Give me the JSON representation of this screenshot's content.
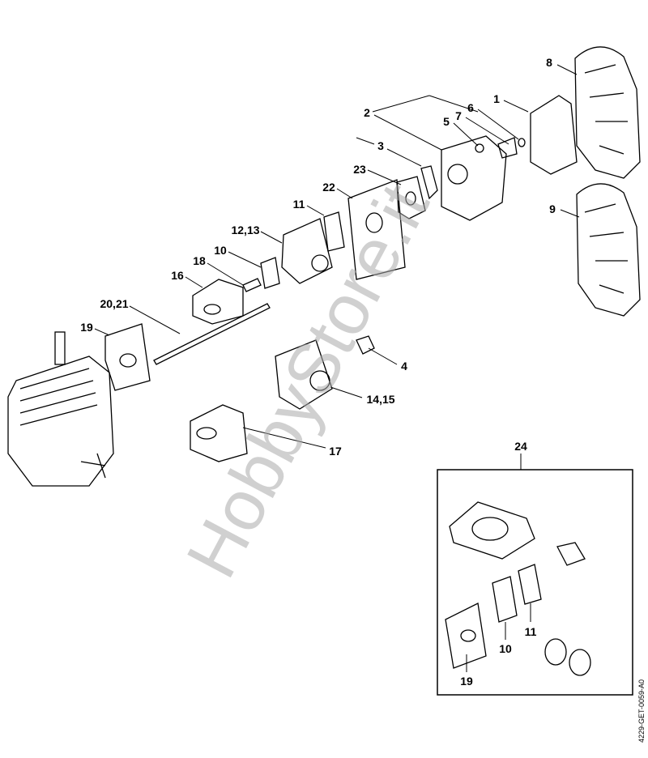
{
  "diagram": {
    "labels": {
      "p8": "8",
      "p1": "1",
      "p6": "6",
      "p2": "2",
      "p7": "7",
      "p5": "5",
      "p3": "3",
      "p23": "23",
      "p22": "22",
      "p11": "11",
      "p12_13": "12,13",
      "p9": "9",
      "p10": "10",
      "p18": "18",
      "p16": "16",
      "p20_21": "20,21",
      "p19": "19",
      "p4": "4",
      "p14_15": "14,15",
      "p17": "17",
      "p24": "24",
      "inset19": "19",
      "inset10": "10",
      "inset11": "11"
    },
    "watermark": "HobbyStore.it",
    "document_id": "4229-GET-0059-A0"
  }
}
